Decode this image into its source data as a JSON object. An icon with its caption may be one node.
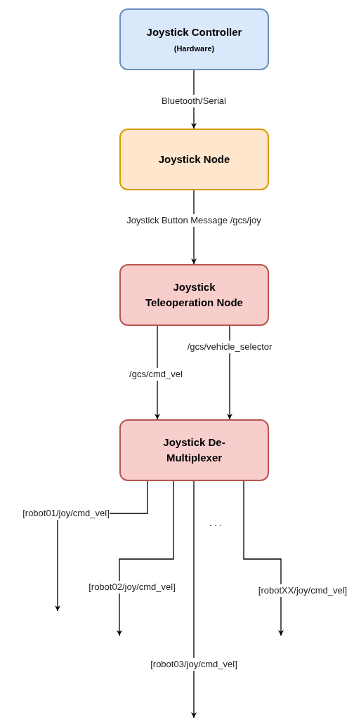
{
  "diagram": {
    "nodes": [
      {
        "text": [
          "Joystick Controller",
          "(Hardware)"
        ]
      },
      {
        "text": [
          "Joystick Node"
        ]
      },
      {
        "text": [
          "Joystick Teleoperation Node"
        ]
      },
      {
        "text": [
          "Joystick De-Multiplexer"
        ]
      }
    ],
    "edges": [
      {
        "from": 0,
        "to": 1,
        "arrow": "to",
        "label": "Bluetooth/Serial"
      },
      {
        "from": 1,
        "to": 2,
        "arrow": "to",
        "label": "Joystick Button Message /gcs/joy"
      },
      {
        "from": 2,
        "to": 3,
        "arrow": "to",
        "label": "/gcs/cmd_vel"
      },
      {
        "from": 2,
        "to": 3,
        "arrow": "to",
        "label": "/gcs/vehicle_selector"
      },
      {
        "from": 3,
        "to": null,
        "arrow": "to",
        "label": "[robot01/joy/cmd_vel]"
      },
      {
        "from": 3,
        "to": null,
        "arrow": "to",
        "label": "[robot02/joy/cmd_vel]"
      },
      {
        "from": 3,
        "to": null,
        "arrow": "to",
        "label": "[robot03/joy/cmd_vel]"
      },
      {
        "from": 3,
        "to": null,
        "arrow": "to",
        "label": "[robotXX/joy/cmd_vel]"
      }
    ],
    "labels": [
      ". . ."
    ]
  }
}
